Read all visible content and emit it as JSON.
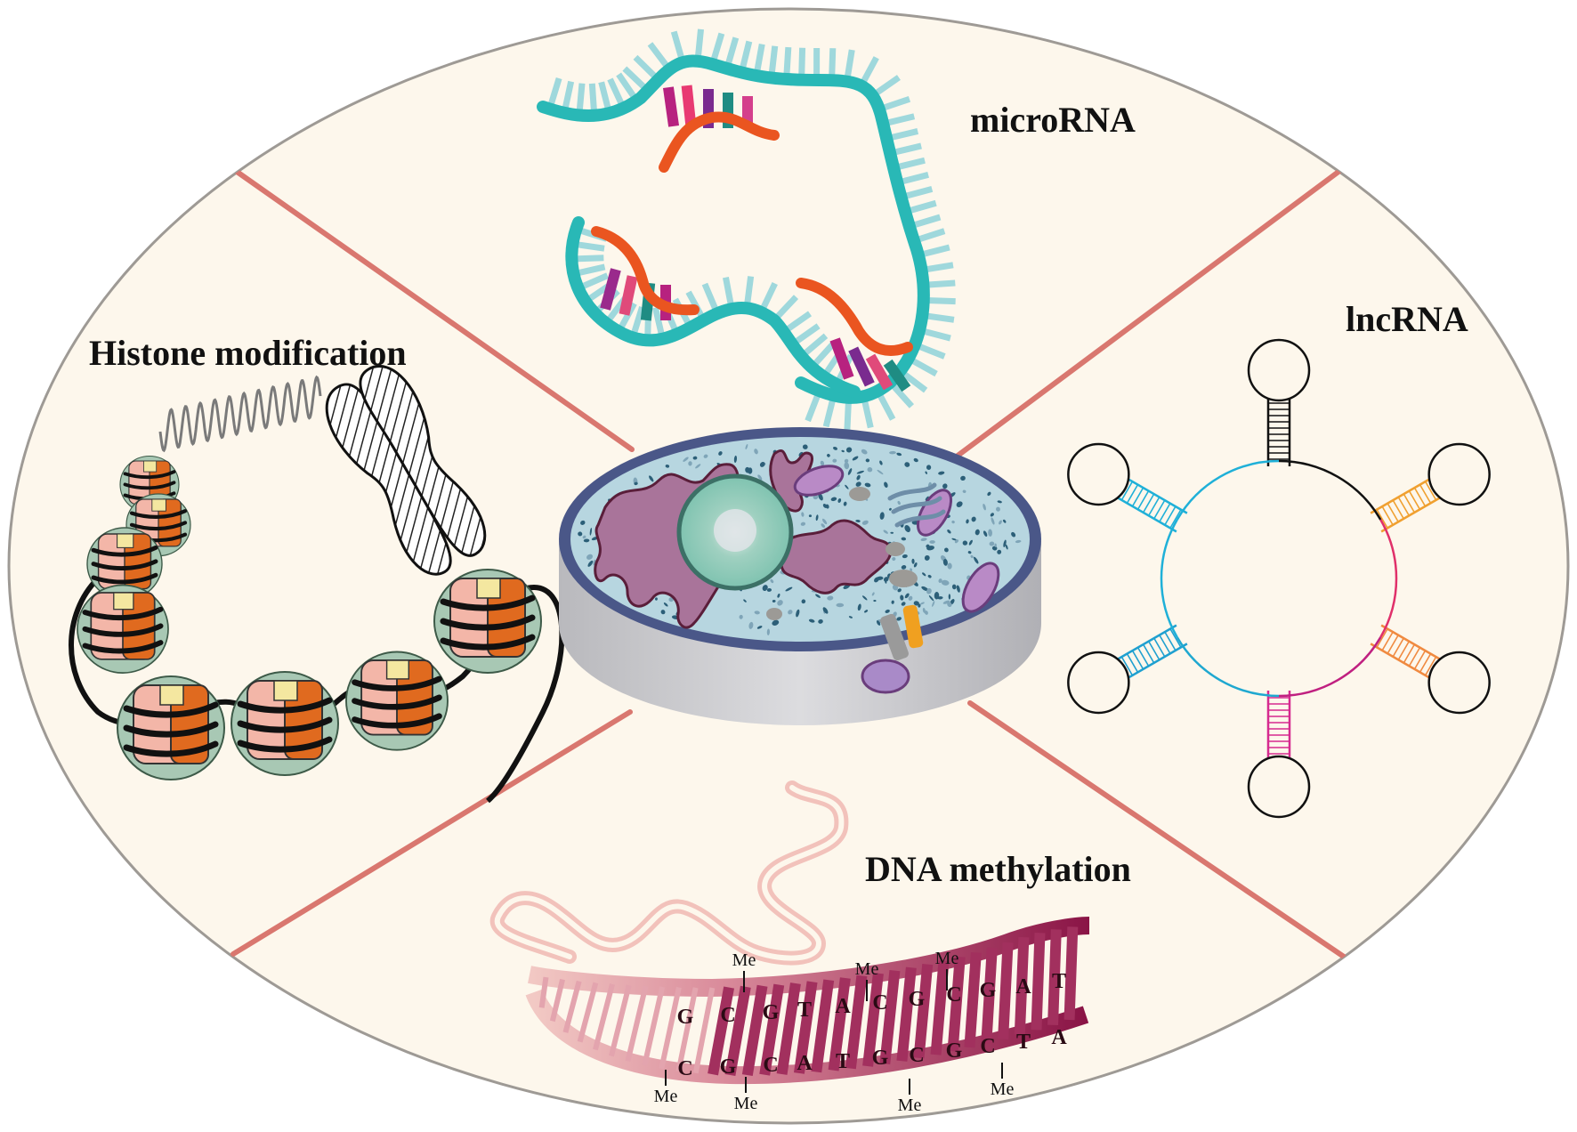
{
  "labels": {
    "microrna": "microRNA",
    "lncrna": "lncRNA",
    "histone": "Histone modification",
    "dna_methylation": "DNA methylation"
  },
  "dna": {
    "top_bases": [
      "G",
      "C",
      "G",
      "T",
      "A",
      "C",
      "G",
      "C",
      "G",
      "A",
      "T"
    ],
    "bottom_bases": [
      "C",
      "G",
      "C",
      "A",
      "T",
      "G",
      "C",
      "G",
      "C",
      "T",
      "A"
    ],
    "methyl_tag": "Me"
  },
  "colors": {
    "background": "#fdf7ec",
    "border": "#9e9a95",
    "divider": "#d9776f",
    "mirna_backbone": "#29b8b6",
    "mirna_strand": "#ea5520",
    "dna_strand": "#9b1b4e",
    "cell_membrane": "#4a5788",
    "chromatin": "#e06a1f"
  }
}
